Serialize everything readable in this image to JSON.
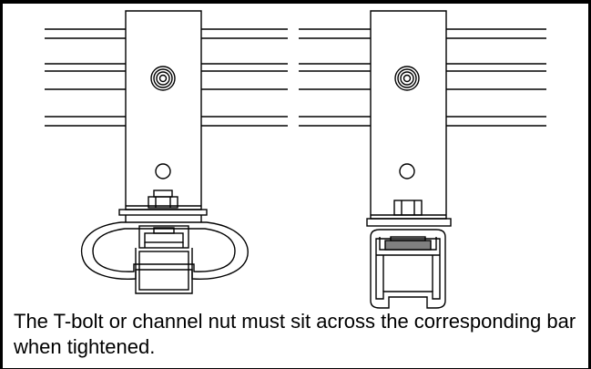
{
  "caption": {
    "text": "The T-bolt or channel nut must sit across the corresponding bar when tightened."
  },
  "colors": {
    "line": "#000000",
    "background": "#ffffff",
    "nut_fill": "#808080"
  },
  "icons": {
    "left_assembly": "t-bolt-bracket-drawing",
    "right_assembly": "channel-nut-bracket-drawing"
  }
}
